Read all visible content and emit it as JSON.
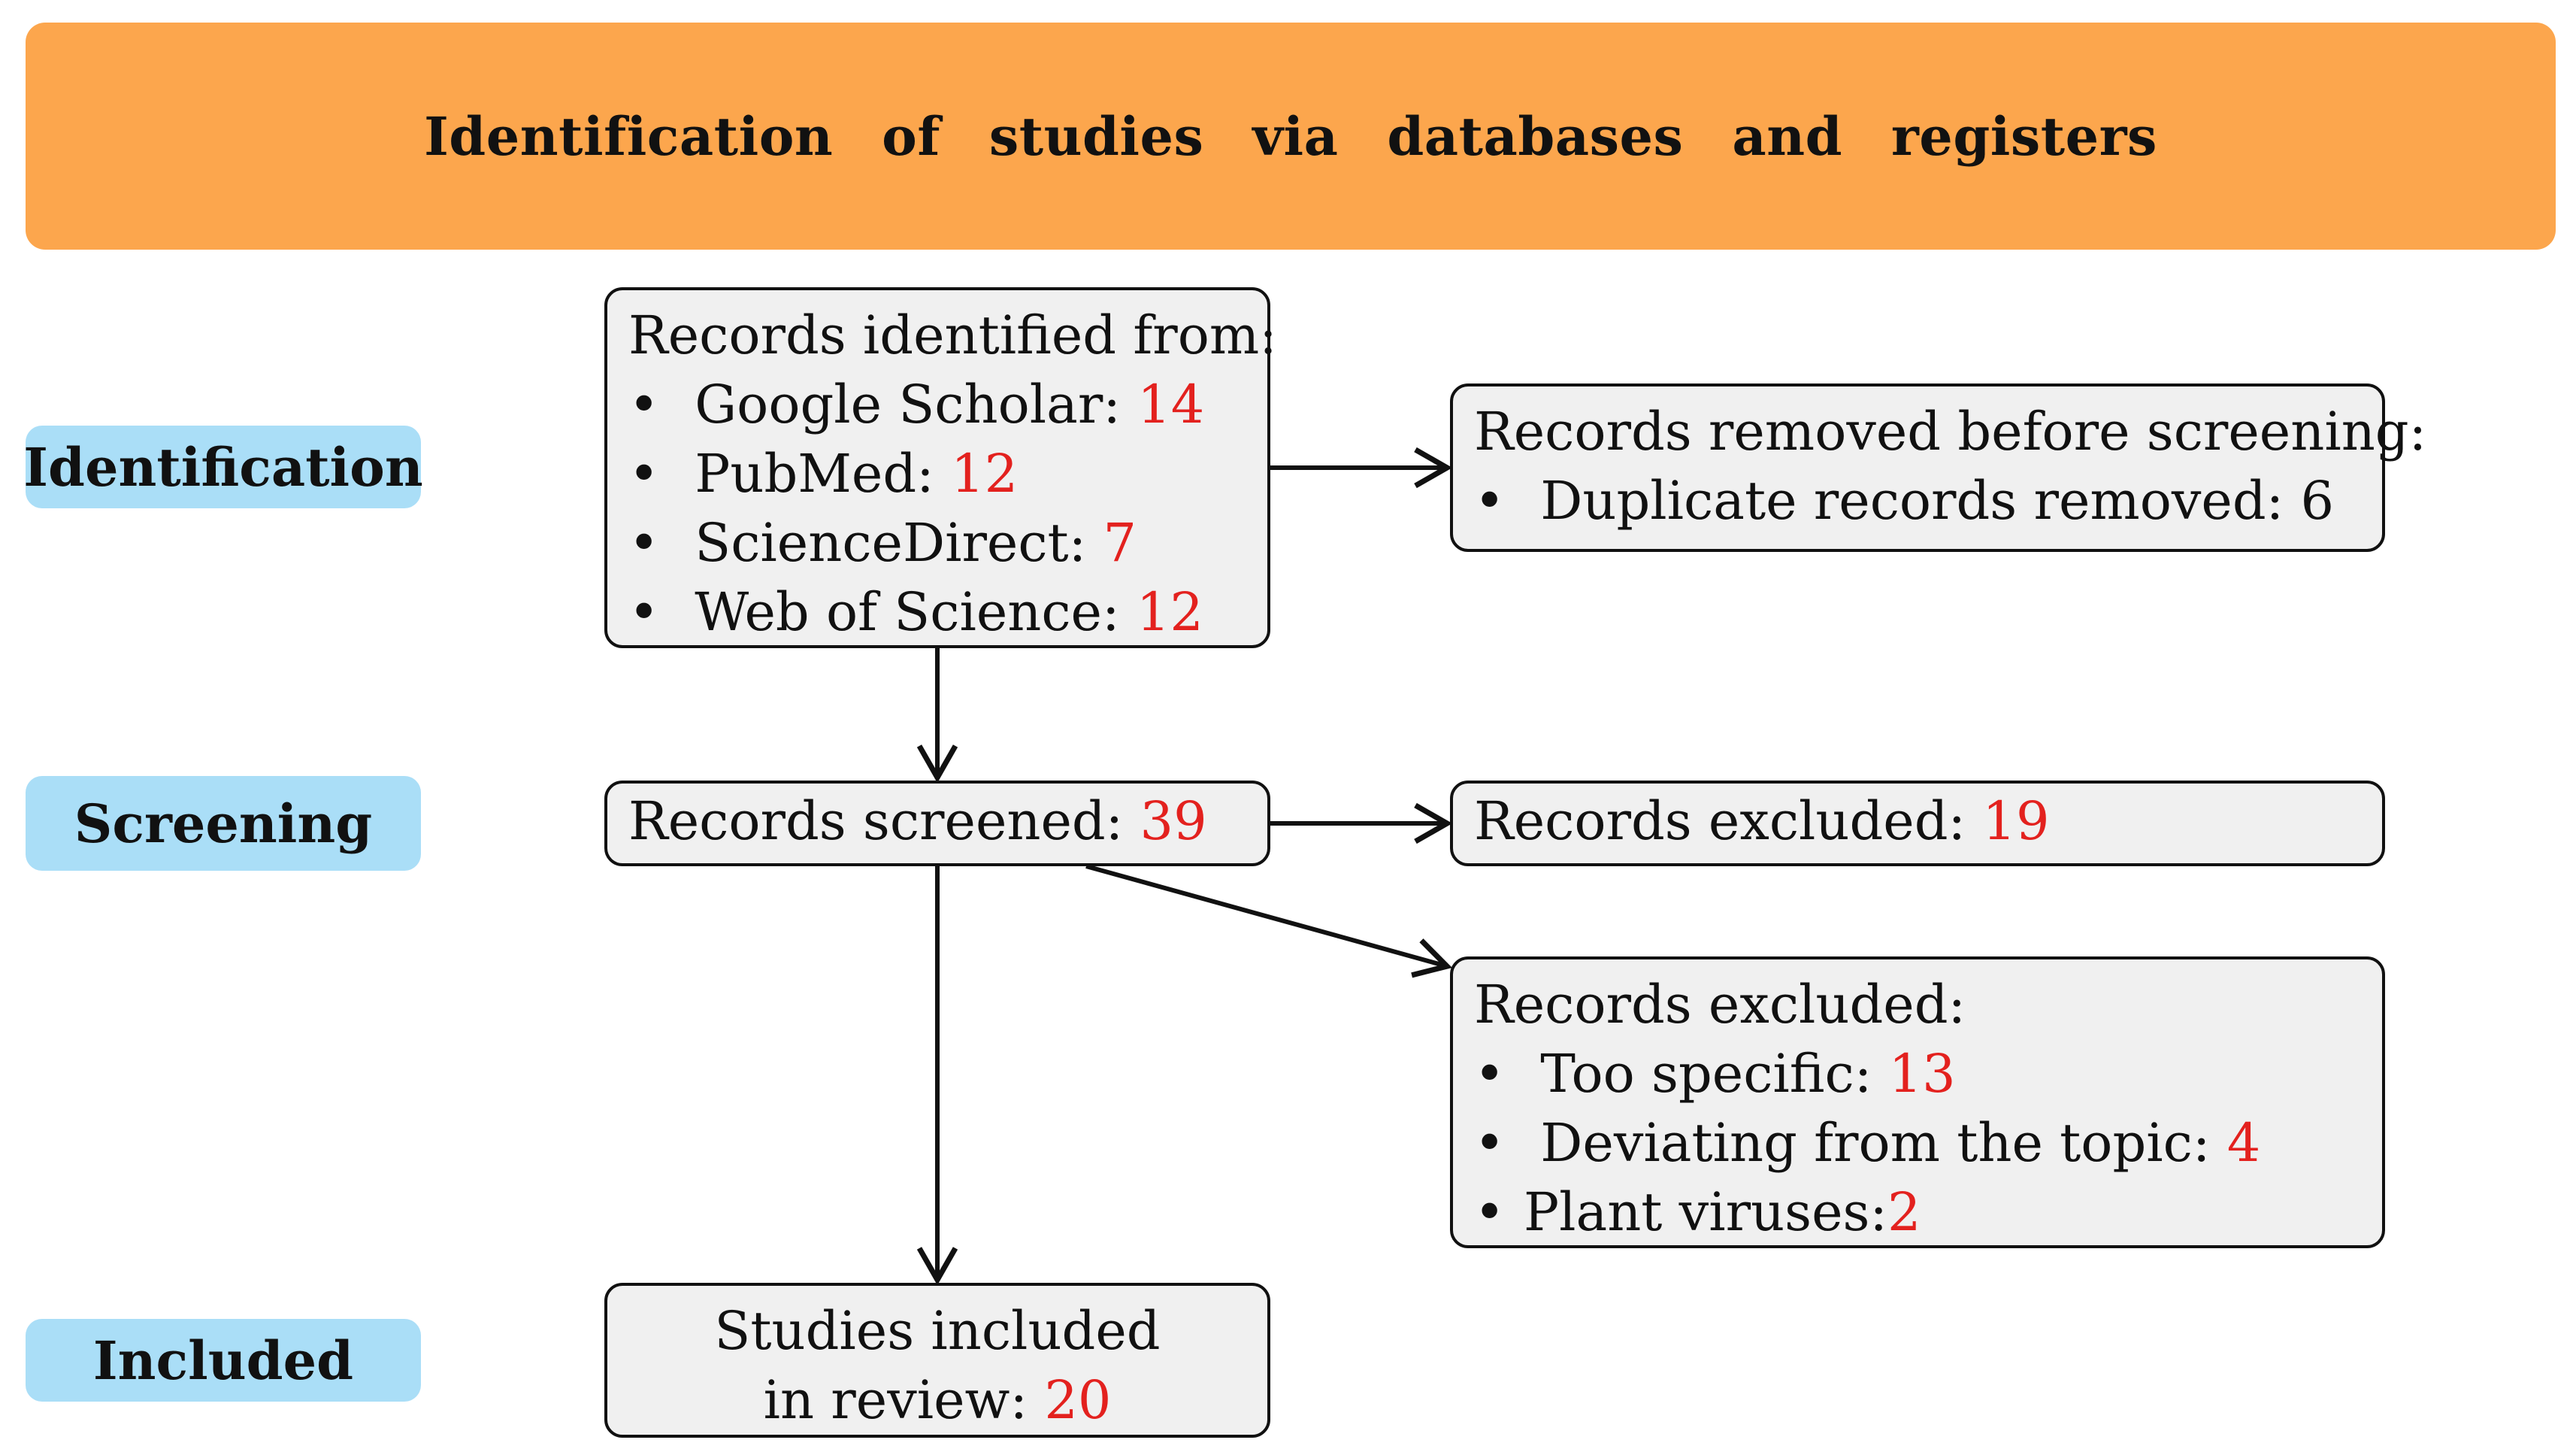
{
  "header": {
    "title": "Identification of studies via databases and registers"
  },
  "phases": {
    "identification": "Identification",
    "screening": "Screening",
    "included": "Included"
  },
  "identified": {
    "title": "Records identified from:",
    "items": [
      {
        "label": "Google Scholar:",
        "value": "14"
      },
      {
        "label": "PubMed:",
        "value": "12"
      },
      {
        "label": "ScienceDirect:",
        "value": "7"
      },
      {
        "label": "Web of Science:",
        "value": "12"
      }
    ]
  },
  "removed": {
    "title": "Records removed before screening:",
    "items": [
      {
        "label": "Duplicate records removed:",
        "value": "6"
      }
    ]
  },
  "screened": {
    "label": "Records screened:",
    "value": "39"
  },
  "excluded_total": {
    "label": "Records excluded:",
    "value": "19"
  },
  "excluded_detail": {
    "title": "Records excluded:",
    "items": [
      {
        "label": "Too specific:",
        "value": "13"
      },
      {
        "label": "Deviating from the topic:",
        "value": "4"
      },
      {
        "label": "Plant viruses:",
        "value": "2"
      }
    ]
  },
  "included": {
    "line1": "Studies included",
    "line2": "in review:",
    "value": "20"
  },
  "colors": {
    "header_fill": "#FCA64D",
    "phase_fill": "#AADEF7",
    "box_fill": "#F0F0F0",
    "number_accent": "#E3211E"
  }
}
